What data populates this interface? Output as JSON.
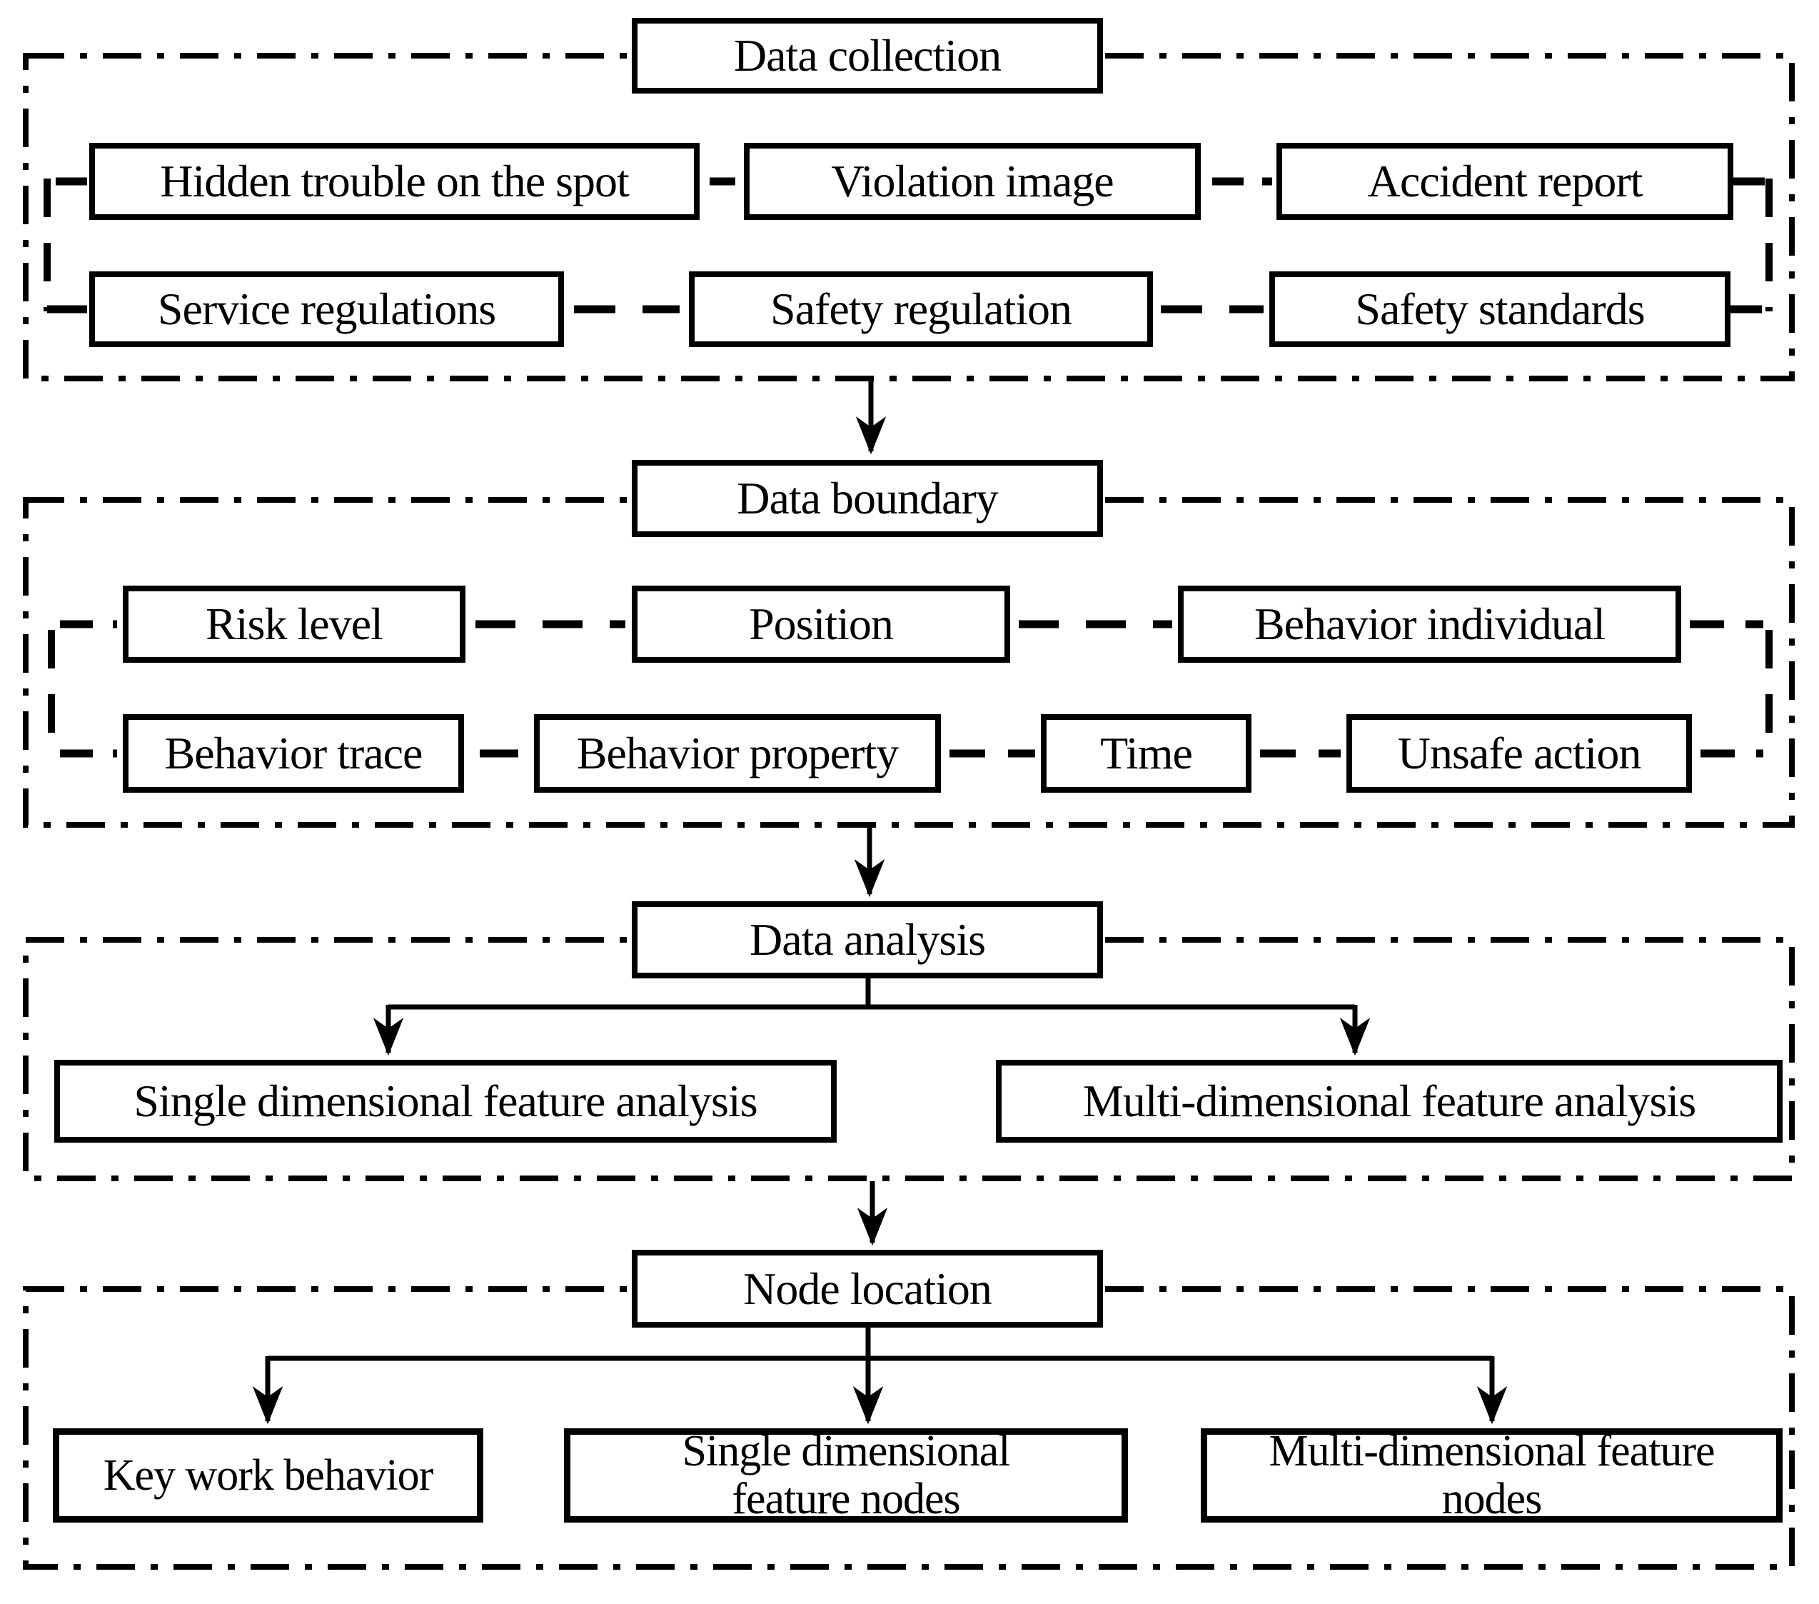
{
  "diagram": {
    "type": "flowchart",
    "background_color": "#ffffff",
    "line_color": "#000000",
    "box_fill_color": "#ffffff",
    "sections": [
      {
        "title": "Data collection",
        "boxes": {
          "hidden_trouble": "Hidden trouble on the spot",
          "violation_image": "Violation image",
          "accident_report": "Accident report",
          "service_regulations": "Service regulations",
          "safety_regulation": "Safety regulation",
          "safety_standards": "Safety standards"
        }
      },
      {
        "title": "Data boundary",
        "boxes": {
          "risk_level": "Risk level",
          "position": "Position",
          "behavior_individual": "Behavior individual",
          "behavior_trace": "Behavior trace",
          "behavior_property": "Behavior property",
          "time": "Time",
          "unsafe_action": "Unsafe action"
        }
      },
      {
        "title": "Data analysis",
        "boxes": {
          "single_dimensional_feature_analysis": "Single dimensional feature analysis",
          "multi_dimensional_feature_analysis": "Multi-dimensional feature analysis"
        }
      },
      {
        "title": "Node location",
        "boxes": {
          "key_work_behavior": "Key work behavior",
          "single_dimensional_feature_nodes": "Single dimensional\nfeature  nodes",
          "multi_dimensional_feature_nodes": "Multi-dimensional feature\nnodes"
        }
      }
    ]
  }
}
